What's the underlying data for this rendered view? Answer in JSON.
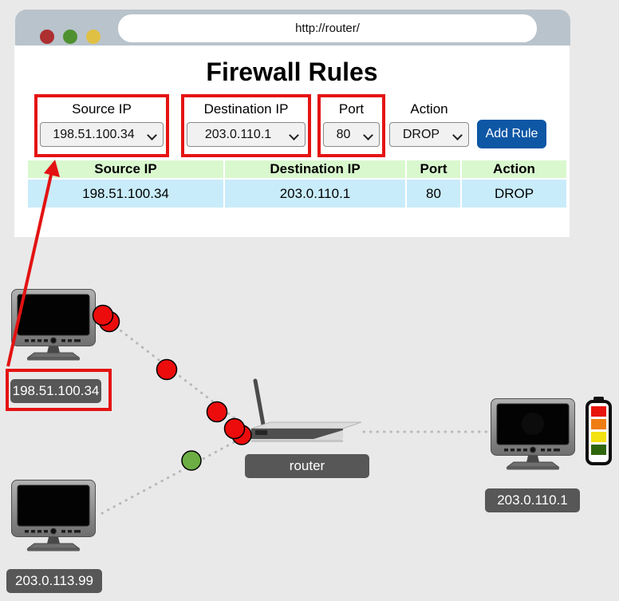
{
  "browser": {
    "url": "http://router/",
    "traffic_lights": {
      "close": "#ad2f2f",
      "minimize": "#4f9130",
      "maximize": "#e0c043"
    }
  },
  "page": {
    "title": "Firewall Rules"
  },
  "form": {
    "fields": [
      {
        "label": "Source IP",
        "value": "198.51.100.34",
        "highlighted": true
      },
      {
        "label": "Destination IP",
        "value": "203.0.110.1",
        "highlighted": true
      },
      {
        "label": "Port",
        "value": "80",
        "highlighted": true
      },
      {
        "label": "Action",
        "value": "DROP",
        "highlighted": false
      }
    ],
    "add_rule_label": "Add Rule"
  },
  "rules_table": {
    "headers": [
      "Source IP",
      "Destination IP",
      "Port",
      "Action"
    ],
    "rows": [
      [
        "198.51.100.34",
        "203.0.110.1",
        "80",
        "DROP"
      ]
    ]
  },
  "network": {
    "devices": [
      {
        "id": "pc-top-left",
        "label": "198.51.100.34",
        "highlighted": true
      },
      {
        "id": "pc-bottom-left",
        "label": "203.0.113.99",
        "highlighted": false
      },
      {
        "id": "router",
        "label": "router",
        "highlighted": false
      },
      {
        "id": "pc-right",
        "label": "203.0.110.1",
        "highlighted": false
      }
    ],
    "packets": {
      "blocked_color": "#ec0c0c",
      "allowed_color": "#6cae43"
    }
  },
  "colors": {
    "chrome": "#b8c3cc",
    "annotation_red": "#e51313",
    "button_blue": "#0d57a5",
    "table_header_bg": "#d9f8ce",
    "table_row_bg": "#c9ecfa",
    "chip_bg": "#575757"
  }
}
